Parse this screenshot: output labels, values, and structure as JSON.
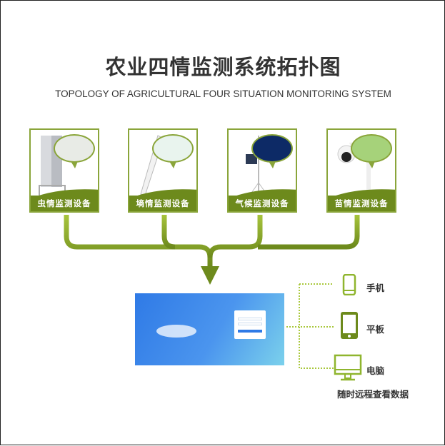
{
  "title": "农业四情监测系统拓扑图",
  "subtitle": "TOPOLOGY OF AGRICULTURAL FOUR SITUATION MONITORING SYSTEM",
  "devices": [
    {
      "label": "虫情监测设备",
      "icon": "insect-trap-icon"
    },
    {
      "label": "墒情监测设备",
      "icon": "soil-sensor-icon"
    },
    {
      "label": "气候监测设备",
      "icon": "weather-station-icon"
    },
    {
      "label": "苗情监测设备",
      "icon": "camera-icon"
    }
  ],
  "clients": [
    {
      "label": "手机",
      "icon": "phone-icon"
    },
    {
      "label": "平板",
      "icon": "tablet-icon"
    },
    {
      "label": "电脑",
      "icon": "monitor-icon"
    }
  ],
  "caption": "随时远程查看数据",
  "colors": {
    "accent": "#6d8a1c",
    "light": "#9cc23a"
  }
}
